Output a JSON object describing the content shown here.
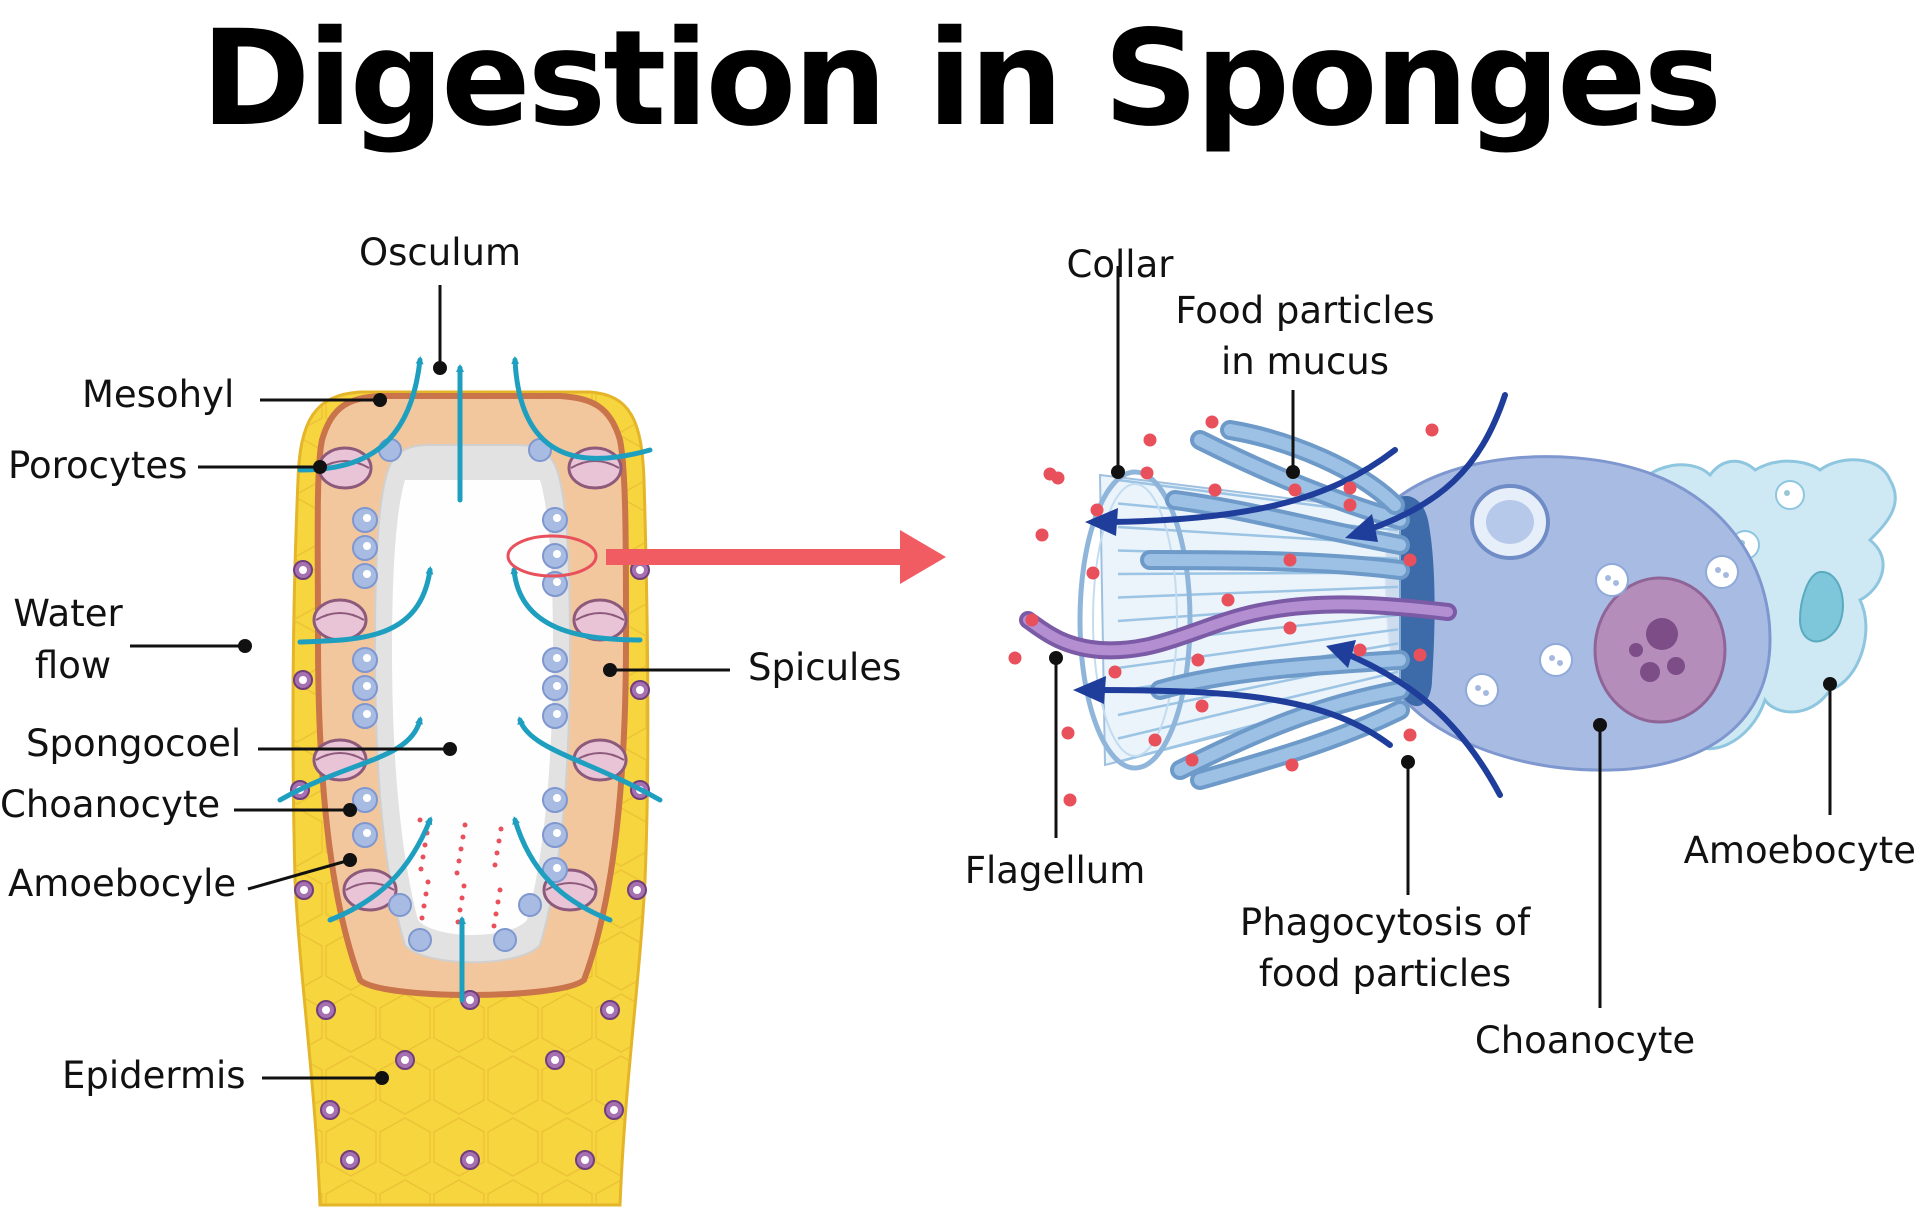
{
  "title": "Digestion in Sponges",
  "colors": {
    "epidermis": "#f6d53f",
    "mesohyl": "#f3c79d",
    "mesohyl_edge": "#c9744a",
    "water_flow": "#1f9fc0",
    "spongocoel": "#e2e2e2",
    "choanocyte": "#a8bce3",
    "choanocyte_dark": "#7f97cf",
    "nucleus": "#b58dbb",
    "amoebocyte": "#cfe9f4",
    "flow_arrow": "#1f3d9a",
    "food_particle": "#e8515c",
    "zoom_arrow": "#f15b62",
    "flagellum": "#9a72b8"
  },
  "sponge_labels": {
    "osculum": "Osculum",
    "mesohyl": "Mesohyl",
    "porocytes": "Porocytes",
    "water_flow_1": "Water",
    "water_flow_2": "flow",
    "spicules": "Spicules",
    "spongocoel": "Spongocoel",
    "choanocyte": "Choanocyte",
    "amoebocyte": "Amoebocyle",
    "epidermis": "Epidermis"
  },
  "cell_labels": {
    "collar": "Collar",
    "food_particles_1": "Food particles",
    "food_particles_2": "in mucus",
    "flagellum": "Flagellum",
    "phagocytosis_1": "Phagocytosis of",
    "phagocytosis_2": "food particles",
    "choanocyte": "Choanocyte",
    "amoebocyte": "Amoebocyte"
  }
}
